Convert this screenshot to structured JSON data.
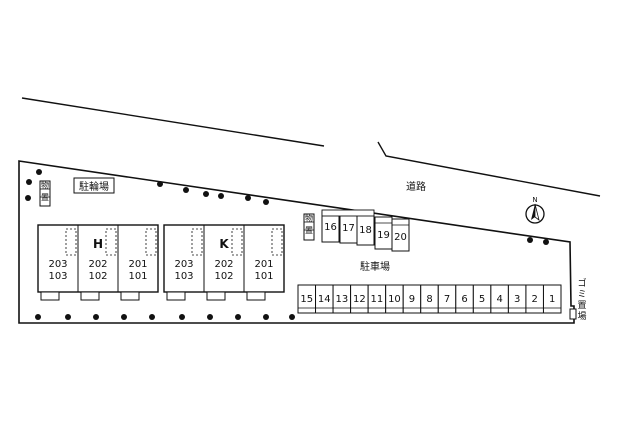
{
  "labels": {
    "road": "道路",
    "parking": "駐車場",
    "bicycle": "駐輪場",
    "storage_left": "物置",
    "storage_mid": "物置",
    "garbage": "ゴミ置場",
    "north": "N"
  },
  "buildings": [
    {
      "name": "H",
      "rooms": [
        [
          "203",
          "103"
        ],
        [
          "202",
          "102"
        ],
        [
          "201",
          "101"
        ]
      ]
    },
    {
      "name": "K",
      "rooms": [
        [
          "203",
          "103"
        ],
        [
          "202",
          "102"
        ],
        [
          "201",
          "101"
        ]
      ]
    }
  ],
  "upper_spaces": [
    "16",
    "17",
    "18",
    "19",
    "20"
  ],
  "lower_spaces": [
    "15",
    "14",
    "13",
    "12",
    "11",
    "10",
    "9",
    "8",
    "7",
    "6",
    "5",
    "4",
    "3",
    "2",
    "1"
  ]
}
